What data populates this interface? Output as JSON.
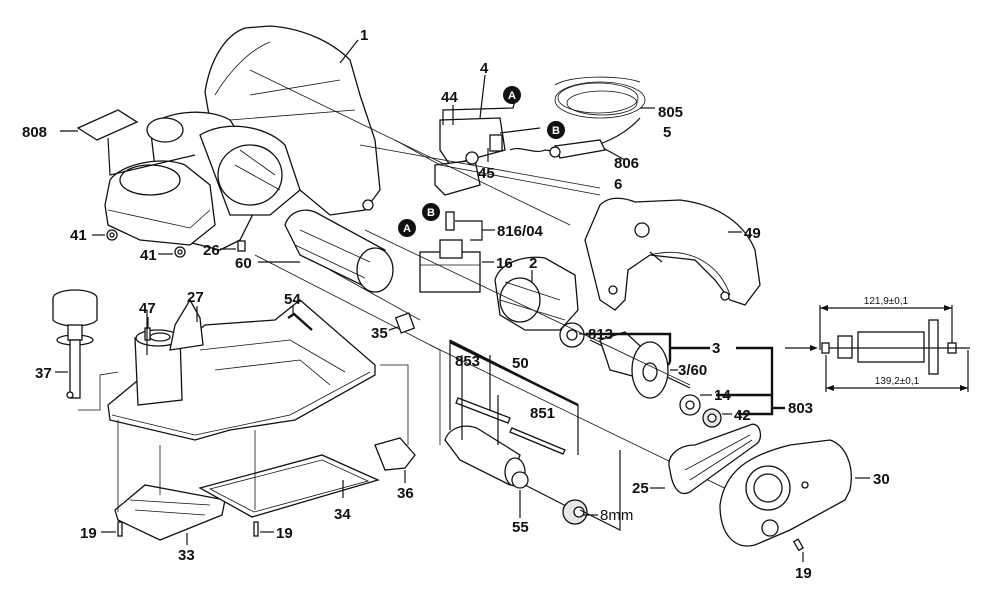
{
  "diagram": {
    "title": "Planer exploded parts diagram",
    "part_labels": {
      "p1": "1",
      "p2": "2",
      "p3": "3",
      "p3_60": "3/60",
      "p4": "4",
      "p5": "5",
      "p6": "6",
      "p14": "14",
      "p16": "16",
      "p19a": "19",
      "p19b": "19",
      "p19c": "19",
      "p25": "25",
      "p26": "26",
      "p27": "27",
      "p30": "30",
      "p33": "33",
      "p34": "34",
      "p35": "35",
      "p36": "36",
      "p37": "37",
      "p41a": "41",
      "p41b": "41",
      "p42": "42",
      "p44": "44",
      "p45": "45",
      "p47": "47",
      "p49": "49",
      "p50": "50",
      "p54": "54",
      "p55": "55",
      "p60": "60",
      "p803": "803",
      "p805": "805",
      "p806": "806",
      "p808": "808",
      "p813": "813",
      "p816_04": "816/04",
      "p851": "851",
      "p853": "853"
    },
    "connectors": {
      "a_top": "A",
      "b_top": "B",
      "a_mid": "A",
      "b_mid": "B"
    },
    "annotations": {
      "pulley_size": "8mm",
      "armature_length_inner": "121,9±0,1",
      "armature_length_outer": "139,2±0,1"
    }
  }
}
